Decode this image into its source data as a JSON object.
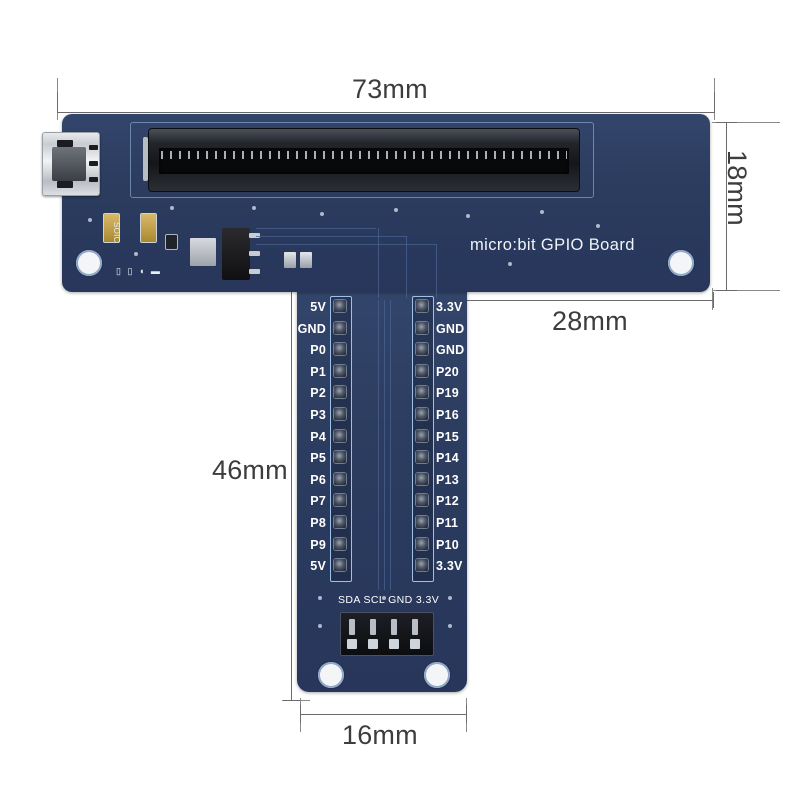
{
  "product": {
    "silkscreen_brand": "micro:bit GPIO Board",
    "pcb_color": "#2c3d60",
    "silkscreen_color": "#ffffff"
  },
  "dimensions": {
    "width_top": "73mm",
    "height_top": "18mm",
    "right_offset": "28mm",
    "stem_height": "46mm",
    "stem_width": "16mm"
  },
  "headers": {
    "left_column": {
      "name": "left-gpio-header",
      "pins": [
        "5V",
        "GND",
        "P0",
        "P1",
        "P2",
        "P3",
        "P4",
        "P5",
        "P6",
        "P7",
        "P8",
        "P9",
        "5V"
      ]
    },
    "right_column": {
      "name": "right-gpio-header",
      "pins": [
        "3.3V",
        "GND",
        "GND",
        "P20",
        "P19",
        "P16",
        "P15",
        "P14",
        "P13",
        "P12",
        "P11",
        "P10",
        "3.3V"
      ]
    },
    "i2c_header": {
      "name": "i2c-header",
      "label": "SDA SCL GND 3.3V",
      "pins": [
        "SDA",
        "SCL",
        "GND",
        "3.3V"
      ]
    }
  },
  "components": {
    "usb": "micro-usb-connector",
    "edge_connector": "microbit-edge-connector",
    "regulator": "voltage-regulator-ic",
    "mounting_holes": 4
  }
}
